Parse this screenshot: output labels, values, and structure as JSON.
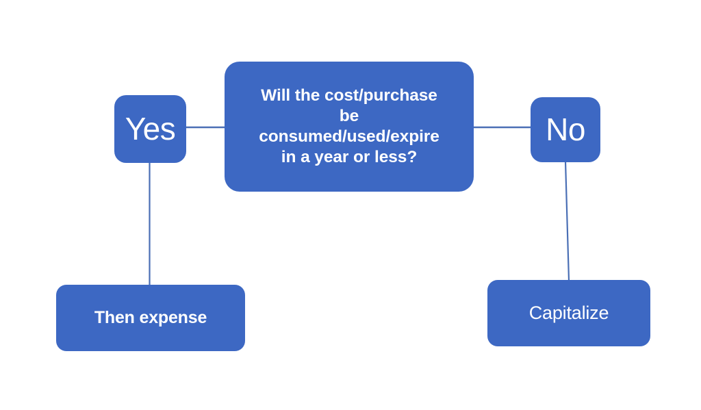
{
  "diagram": {
    "title": "Expense vs Capitalize decision flowchart",
    "background_color": "#ffffff",
    "node_fill_color": "#3d68c3",
    "node_text_color": "#ffffff",
    "connector_color": "#4a6fb5",
    "nodes": {
      "decision": {
        "id": "decision",
        "type": "decision",
        "text": "Will the cost/purchase be consumed/used/expire in a year or less?",
        "line1": "Will the cost/purchase",
        "line2": "be",
        "line3": "consumed/used/expire",
        "line4": "in a year or less?"
      },
      "yes": {
        "id": "yes",
        "type": "branch-label",
        "text": "Yes"
      },
      "no": {
        "id": "no",
        "type": "branch-label",
        "text": "No"
      },
      "expense": {
        "id": "expense",
        "type": "outcome",
        "text": "Then expense"
      },
      "capitalize": {
        "id": "capitalize",
        "type": "outcome",
        "text": "Capitalize"
      }
    },
    "edges": [
      {
        "id": "decision-to-yes",
        "from": "decision",
        "to": "yes",
        "orientation": "horizontal"
      },
      {
        "id": "decision-to-no",
        "from": "decision",
        "to": "no",
        "orientation": "horizontal"
      },
      {
        "id": "yes-to-expense",
        "from": "yes",
        "to": "expense",
        "orientation": "vertical"
      },
      {
        "id": "no-to-capitalize",
        "from": "no",
        "to": "capitalize",
        "orientation": "vertical"
      }
    ]
  }
}
